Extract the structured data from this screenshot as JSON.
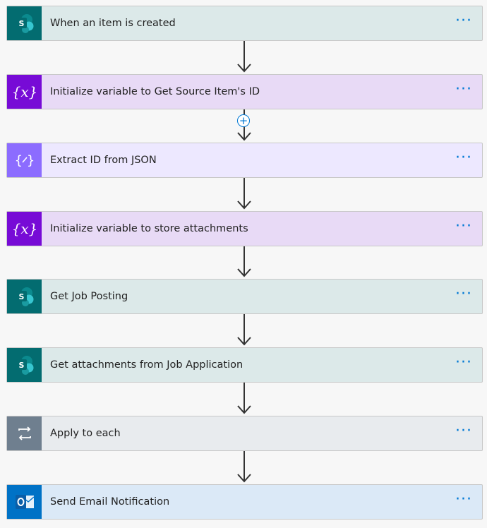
{
  "steps": [
    {
      "label": "When an item is created",
      "icon": "sharepoint-icon",
      "bg": "#dce9e9",
      "icon_bg": "#036c70"
    },
    {
      "label": "Initialize variable to Get Source Item's ID",
      "icon": "variable-icon",
      "bg": "#e8daf6",
      "icon_bg": "#770bd6"
    },
    {
      "label": "Extract ID from JSON",
      "icon": "compose-icon",
      "bg": "#ede8ff",
      "icon_bg": "#8c6cff"
    },
    {
      "label": "Initialize variable to store attachments",
      "icon": "variable-icon",
      "bg": "#e8daf6",
      "icon_bg": "#770bd6"
    },
    {
      "label": "Get Job Posting",
      "icon": "sharepoint-icon",
      "bg": "#dce9e9",
      "icon_bg": "#036c70"
    },
    {
      "label": "Get attachments from Job Application",
      "icon": "sharepoint-icon",
      "bg": "#dce9e9",
      "icon_bg": "#036c70"
    },
    {
      "label": "Apply to each",
      "icon": "loop-icon",
      "bg": "#e8ebee",
      "icon_bg": "#6f7f8f"
    },
    {
      "label": "Send Email Notification",
      "icon": "outlook-icon",
      "bg": "#dbe9f7",
      "icon_bg": "#0072c6"
    }
  ],
  "more_label": "···",
  "insert_label": "+"
}
